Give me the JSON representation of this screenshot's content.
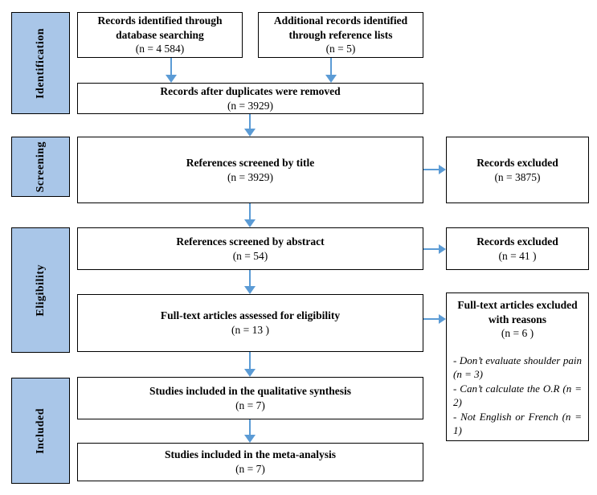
{
  "diagram_type": "PRISMA flow diagram",
  "colors": {
    "stage_fill": "#A9C6E8",
    "arrow": "#5B9BD5",
    "box_border": "#000000",
    "background": "#FFFFFF"
  },
  "stages": [
    {
      "label": "Identification"
    },
    {
      "label": "Screening"
    },
    {
      "label": "Eligibility"
    },
    {
      "label": "Included"
    }
  ],
  "flow_boxes": [
    {
      "title": "Records identified through database searching",
      "n": "(n = 4 584)"
    },
    {
      "title": "Additional records identified through reference lists",
      "n": "(n = 5)"
    },
    {
      "title": "Records after duplicates were removed",
      "n": "(n = 3929)"
    },
    {
      "title": "References screened by title",
      "n": "(n = 3929)"
    },
    {
      "title": "References screened by abstract",
      "n": "(n = 54)"
    },
    {
      "title": "Full-text articles assessed for eligibility",
      "n": "(n = 13 )"
    },
    {
      "title": "Studies included in the qualitative synthesis",
      "n": "(n = 7)"
    },
    {
      "title": "Studies included in the meta-analysis",
      "n": "(n = 7)"
    }
  ],
  "excluded_boxes": [
    {
      "title": "Records excluded",
      "n": "(n = 3875)"
    },
    {
      "title": "Records excluded",
      "n": "(n = 41 )"
    },
    {
      "title": "Full-text articles excluded with reasons",
      "n": "(n = 6 )",
      "reasons": [
        "- Don’t evaluate shoulder pain (n = 3)",
        "- Can’t calculate the O.R (n = 2)",
        "- Not English or French (n = 1)"
      ]
    }
  ]
}
